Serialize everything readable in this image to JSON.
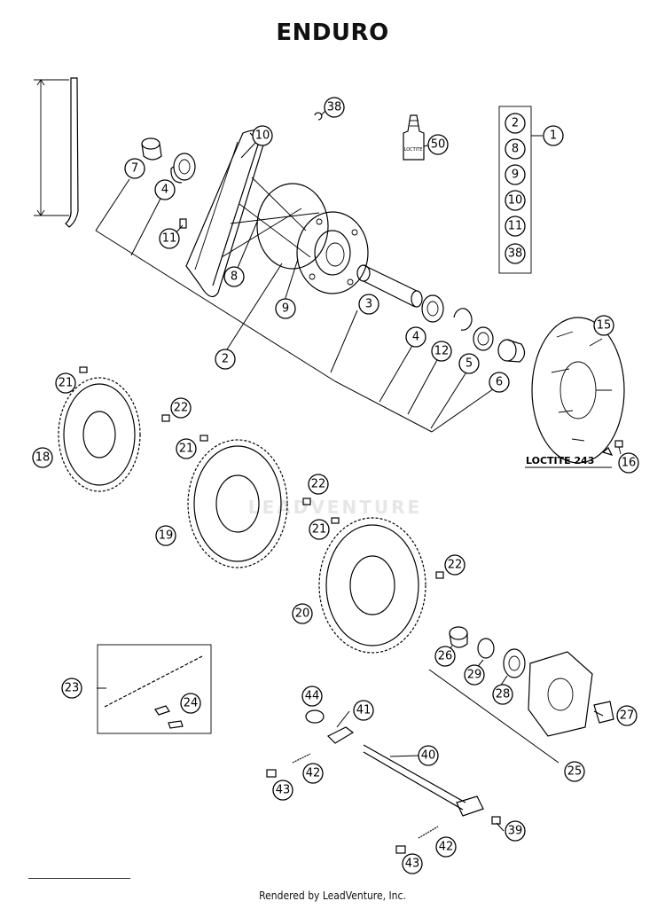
{
  "title": "ENDURO",
  "footer": "Rendered by LeadVenture, Inc.",
  "watermark": "LEADVENTURE",
  "loctite_label": "LOCTITE 243",
  "kit_items": [
    "2",
    "8",
    "9",
    "10",
    "11",
    "38"
  ],
  "callouts": [
    {
      "id": "c1",
      "label": "1"
    },
    {
      "id": "c2",
      "label": "2"
    },
    {
      "id": "c3",
      "label": "3"
    },
    {
      "id": "c4a",
      "label": "4"
    },
    {
      "id": "c4b",
      "label": "4"
    },
    {
      "id": "c5",
      "label": "5"
    },
    {
      "id": "c6",
      "label": "6"
    },
    {
      "id": "c7",
      "label": "7"
    },
    {
      "id": "c8",
      "label": "8"
    },
    {
      "id": "c9",
      "label": "9"
    },
    {
      "id": "c10",
      "label": "10"
    },
    {
      "id": "c11",
      "label": "11"
    },
    {
      "id": "c12",
      "label": "12"
    },
    {
      "id": "c15",
      "label": "15"
    },
    {
      "id": "c16",
      "label": "16"
    },
    {
      "id": "c18",
      "label": "18"
    },
    {
      "id": "c19",
      "label": "19"
    },
    {
      "id": "c20",
      "label": "20"
    },
    {
      "id": "c21a",
      "label": "21"
    },
    {
      "id": "c21b",
      "label": "21"
    },
    {
      "id": "c21c",
      "label": "21"
    },
    {
      "id": "c22a",
      "label": "22"
    },
    {
      "id": "c22b",
      "label": "22"
    },
    {
      "id": "c22c",
      "label": "22"
    },
    {
      "id": "c23",
      "label": "23"
    },
    {
      "id": "c24",
      "label": "24"
    },
    {
      "id": "c25",
      "label": "25"
    },
    {
      "id": "c26",
      "label": "26"
    },
    {
      "id": "c27",
      "label": "27"
    },
    {
      "id": "c28",
      "label": "28"
    },
    {
      "id": "c29",
      "label": "29"
    },
    {
      "id": "c38",
      "label": "38"
    },
    {
      "id": "c39",
      "label": "39"
    },
    {
      "id": "c40",
      "label": "40"
    },
    {
      "id": "c41",
      "label": "41"
    },
    {
      "id": "c42a",
      "label": "42"
    },
    {
      "id": "c42b",
      "label": "42"
    },
    {
      "id": "c43a",
      "label": "43"
    },
    {
      "id": "c43b",
      "label": "43"
    },
    {
      "id": "c44",
      "label": "44"
    },
    {
      "id": "c50",
      "label": "50"
    }
  ]
}
